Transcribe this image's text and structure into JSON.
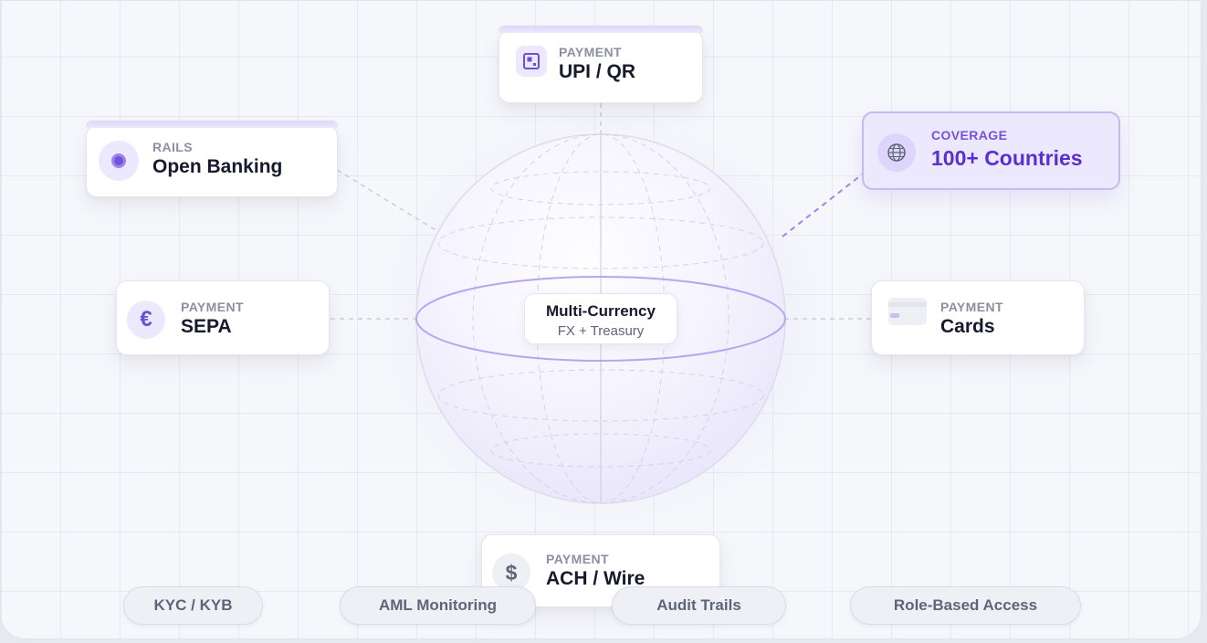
{
  "center": {
    "title": "Multi-Currency",
    "subtitle": "FX + Treasury"
  },
  "nodes": {
    "upi": {
      "tag": "PAYMENT",
      "title": "UPI / QR",
      "icon": "qr-code-icon"
    },
    "open_banking": {
      "tag": "RAILS",
      "title": "Open Banking",
      "icon": "bank-node-icon"
    },
    "coverage": {
      "tag": "COVERAGE",
      "title": "100+ Countries",
      "icon": "globe-icon"
    },
    "sepa": {
      "tag": "PAYMENT",
      "title": "SEPA",
      "icon": "euro-icon",
      "glyph": "€"
    },
    "cards": {
      "tag": "PAYMENT",
      "title": "Cards",
      "icon": "credit-card-icon"
    },
    "ach": {
      "tag": "PAYMENT",
      "title": "ACH / Wire",
      "icon": "dollar-icon",
      "glyph": "$"
    }
  },
  "features": [
    {
      "label": "KYC / KYB"
    },
    {
      "label": "AML Monitoring"
    },
    {
      "label": "Audit Trails"
    },
    {
      "label": "Role-Based Access"
    }
  ],
  "colors": {
    "accent": "#7452dc",
    "accent_light": "#ece8fd",
    "text_dark": "#161a2c",
    "text_muted": "#8a90a2"
  }
}
